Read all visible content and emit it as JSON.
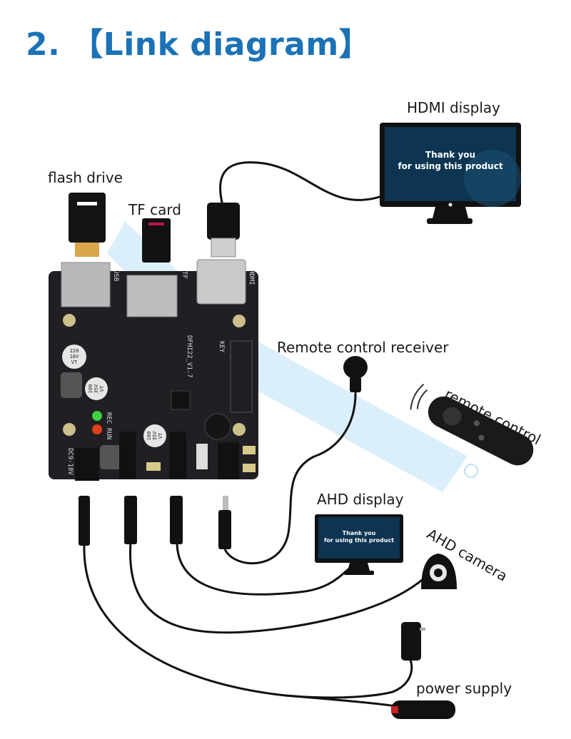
{
  "title": {
    "number": "2.",
    "open_bracket": "【",
    "text": "Link diagram",
    "close_bracket": "】",
    "color": "#1b72b6"
  },
  "labels": {
    "hdmi_display": "HDMI display",
    "flash_drive": "flash drive",
    "tf_card": "TF card",
    "remote_receiver": "Remote control receiver",
    "remote_control": "remote control",
    "ahd_display": "AHD display",
    "ahd_camera": "AHD camera",
    "power_supply": "power supply"
  },
  "screens": {
    "hdmi": {
      "line1": "Thank you",
      "line2": "for using this product"
    },
    "ahd": {
      "line1": "Thank you",
      "line2": "for using this product"
    }
  },
  "board": {
    "usb": "USB",
    "tf": "TF",
    "hdmi": "HDMI",
    "key": "KEY",
    "rec": "REC",
    "run": "RUN",
    "dc": "DC9-18V",
    "model": "DFHI22_V1.7",
    "cap1": [
      "220",
      "16V",
      "VT"
    ],
    "cap2": [
      "100",
      "35V",
      "VT"
    ],
    "cap3": [
      "100",
      "35V",
      "VT"
    ]
  },
  "colors": {
    "board": "#211f24",
    "cable": "#111111",
    "screen": "#0d3552",
    "led_green": "#3fd13f",
    "led_red": "#e0401c",
    "watermark": "#5fb9e6"
  }
}
